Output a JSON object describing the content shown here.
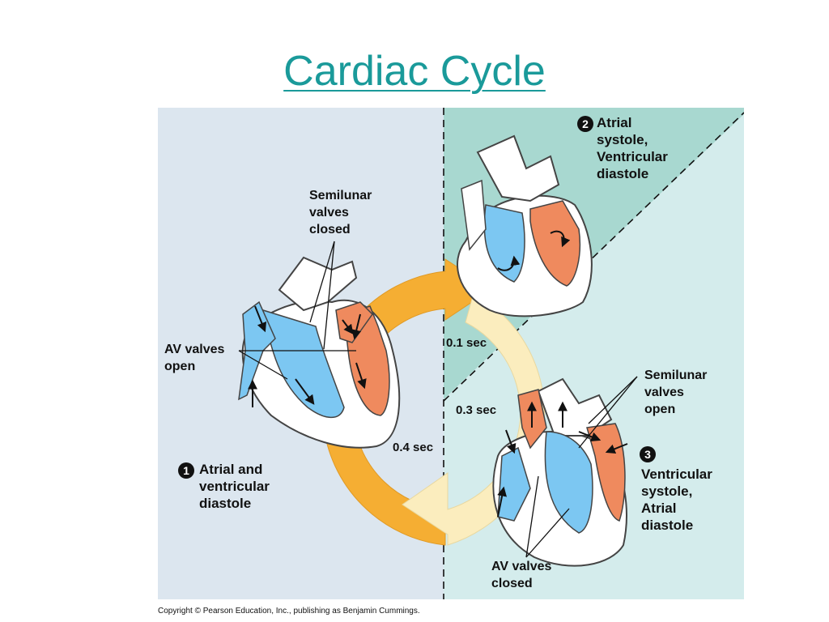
{
  "title": "Cardiac Cycle",
  "colors": {
    "title": "#1a9a9a",
    "panel_left": "#dce6ef",
    "panel_right_light": "#d4ecec",
    "panel_right_teal": "#a8d8d0",
    "arrow_orange": "#f5ae33",
    "arrow_cream": "#fbedbe",
    "blood_blue": "#7cc7f2",
    "blood_orange": "#ef8a5e"
  },
  "phases": [
    {
      "number": "1",
      "lines": [
        "Atrial and",
        "ventricular",
        "diastole"
      ]
    },
    {
      "number": "2",
      "lines": [
        "Atrial",
        "systole,",
        "Ventricular",
        "diastole"
      ]
    },
    {
      "number": "3",
      "lines": [
        "Ventricular",
        "systole,",
        "Atrial",
        "diastole"
      ]
    }
  ],
  "callouts": {
    "semilunar_closed": [
      "Semilunar",
      "valves",
      "closed"
    ],
    "av_open": [
      "AV valves",
      "open"
    ],
    "semilunar_open": [
      "Semilunar",
      "valves",
      "open"
    ],
    "av_closed": [
      "AV valves",
      "closed"
    ]
  },
  "timings": {
    "t01": "0.1 sec",
    "t03": "0.3 sec",
    "t04": "0.4 sec"
  },
  "copyright": "Copyright © Pearson Education, Inc., publishing as Benjamin Cummings."
}
